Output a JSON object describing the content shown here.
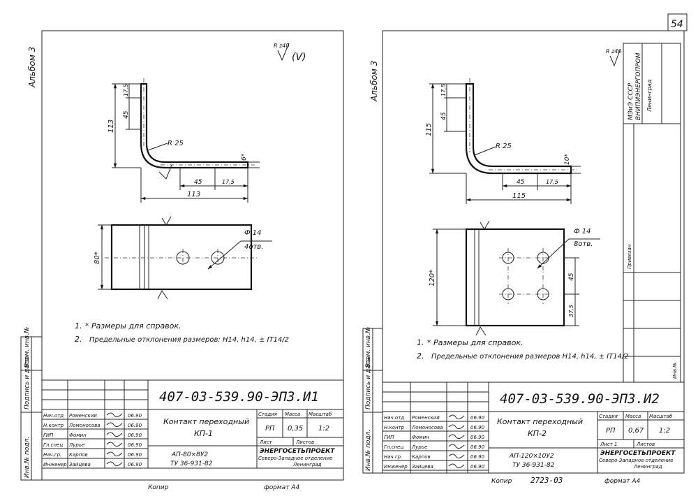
{
  "page_number": "54",
  "watermark": "",
  "left_sheet": {
    "album": "Альбом 3",
    "roughness": "R z40",
    "roughness_suffix": "(V)",
    "dims": {
      "d17_5": "17,5",
      "d45_v": "45",
      "d113_v": "113",
      "r25": "R 25",
      "d6": "6*",
      "d45_h": "45",
      "d17_5_h": "17,5",
      "d113_h": "113",
      "d80": "80*",
      "hole": "Ф 14",
      "holes_count": "4отв."
    },
    "notes": {
      "n1_num": "1.",
      "n1": "* Размеры для справок.",
      "n2_num": "2.",
      "n2": "Предельные отклонения размеров: H14, h14, ± IT14/2"
    },
    "side_labels": [
      "Инв.№ подл.",
      "Подпись и дата",
      "Взам. инв.№"
    ],
    "title_block": {
      "designation": "407-03-539.90-ЭП3.И1",
      "name_l1": "Контакт переходный",
      "name_l2": "КП-1",
      "stage_h": "Стадия",
      "mass_h": "Масса",
      "scale_h": "Масштаб",
      "stage": "РП",
      "mass": "0,35",
      "scale": "1:2",
      "sheet_h": "Лист",
      "sheets_h": "Листов",
      "material_l1": "АП-80×8У2",
      "material_l2": "ТУ 36-931-82",
      "org_l1": "ЭНЕРГОСЕТЬПРОЕКТ",
      "org_l2": "Северо-Западное отделение",
      "org_l3": "Ленинград",
      "rows": [
        {
          "role": "Нач.отд",
          "name": "Роменский",
          "date": "06.90"
        },
        {
          "role": "Н.контр",
          "name": "Ломоносова",
          "date": "06.90"
        },
        {
          "role": "ГИП",
          "name": "Фомин",
          "date": "06.90"
        },
        {
          "role": "Гл.спец",
          "name": "Лурье",
          "date": "06.90"
        },
        {
          "role": "Нач.гр.",
          "name": "Карпов",
          "date": "06.90"
        },
        {
          "role": "Инженер",
          "name": "Зайцева",
          "date": "06.90"
        }
      ]
    },
    "copied": "Копир",
    "format": "формат А4"
  },
  "right_sheet": {
    "album": "Альбом 3",
    "roughness": "R z40",
    "dims": {
      "d17_5": "17,5",
      "d45_v": "45",
      "d115_v": "115",
      "r25": "R 25",
      "d10": "10*",
      "d45_h": "45",
      "d17_5_h": "17,5",
      "d115_h": "115",
      "d120": "120*",
      "hole": "Ф 14",
      "holes_count": "8отв.",
      "d45_vv": "45",
      "d37_5": "37,5"
    },
    "notes": {
      "n1_num": "1.",
      "n1": "* Размеры для справок.",
      "n2_num": "2.",
      "n2": "Предельные отклонения размеров H14, h14, ± IT14/2"
    },
    "side_labels": [
      "Инв.№ подл.",
      "Подпись и дата",
      "Взам. инв.№"
    ],
    "stamp": {
      "l1": "МЭиЭ СССР",
      "l2": "ВНИПИЭНЕРГОПРОМ",
      "l3": "Ленинград",
      "side": "Привязан",
      "inv": "Инв.№"
    },
    "title_block": {
      "designation": "407-03-539.90-ЭП3.И2",
      "name_l1": "Контакт переходный",
      "name_l2": "КП-2",
      "stage_h": "Стадия",
      "mass_h": "Масса",
      "scale_h": "Масштаб",
      "stage": "РП",
      "mass": "0,67",
      "scale": "1:2",
      "sheet_h": "Лист 1",
      "sheets_h": "Листов",
      "material_l1": "АП-120×10У2",
      "material_l2": "ТУ 36-931-82",
      "org_l1": "ЭНЕРГОСЕТЬПРОЕКТ",
      "org_l2": "Северо-Западное отделение",
      "org_l3": "Ленинград",
      "rows": [
        {
          "role": "Нач.отд",
          "name": "Роменский",
          "date": "06.90"
        },
        {
          "role": "Н.контр",
          "name": "Ломоносова",
          "date": "06.90"
        },
        {
          "role": "ГИП",
          "name": "Фомин",
          "date": "06.90"
        },
        {
          "role": "Гл.спец",
          "name": "Лурье",
          "date": "06.90"
        },
        {
          "role": "Нач.гр.",
          "name": "Карпов",
          "date": "06.90"
        },
        {
          "role": "Инженер",
          "name": "Зайцева",
          "date": "06.90"
        }
      ]
    },
    "copied": "Копир",
    "copy_no": "2723-03",
    "format": "формат А4"
  }
}
